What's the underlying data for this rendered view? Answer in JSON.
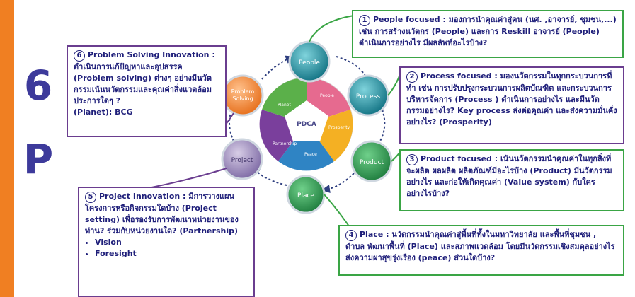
{
  "side": {
    "big_number": "6",
    "big_letter": "P"
  },
  "center": {
    "title": "PDCA",
    "inner_labels": [
      "Planet",
      "People",
      "Prosperity",
      "Peace",
      "Partnership"
    ]
  },
  "circles": {
    "people": "People",
    "process": "Process",
    "product": "Product",
    "place": "Place",
    "project": "Project",
    "problem": "Problem Solving"
  },
  "boxes": {
    "b1": {
      "num": "1",
      "text": "People focused : มองการนำคุณค่าสู่คน (นศ. ,อาจารย์, ชุมชน,...) เช่น การสร้างนวัตกร (People) และการ Reskill อาจารย์ (People) ดำเนินการอย่างไร มีผลลัพท์อะไรบ้าง?"
    },
    "b2": {
      "num": "2",
      "text": "Process focused : มองนวัตกรรมในทุกกระบวนการที่ทำ เช่น การปรับปรุงกระบวนการผลิตบัณฑิต และกระบวนการบริหารจัดการ (Process ) ดำเนินการอย่างไร และมีนวัตกรรมอย่างไร? Key process ส่งต่อคุณค่า และส่งความมั่นคั่งอย่างไร? (Prosperity)"
    },
    "b3": {
      "num": "3",
      "text": "Product focused : เน้นนวัตกรรมนำคุณค่าในทุกสิ่งที่จะผลิต ผลผลิต ผลิตภัณฑ์มีอะไรบ้าง (Product) มีนวัตกรรมอย่างไร และก่อให้เกิดคุณค่า (Value system) กับใครอย่างไรบ้าง?"
    },
    "b4": {
      "num": "4",
      "text": "Place : นวัตกรรมนำคุณค่าสู่พื้นที่ทั้งในมหาวิทยาลัย และพื้นที่ชุมชน , ตำบล พัฒนาพื้นที่ (Place) และสภาพแวดล้อม โดยมีนวัตกรรมเชิงสมดุลอย่างไร ส่งความผาสุขรุ่งเรือง (peace) ส่วนใดบ้าง?"
    },
    "b5": {
      "num": "5",
      "text": "Project Innovation : มีการวางแผนโครงการหรือกิจกรรมใดบ้าง (Project setting) เพื่อรองรับการพัฒนาหน่วยงานของท่าน? ร่วมกับหน่วยงานใด? (Partnership)",
      "bullets": [
        "Vision",
        "Foresight"
      ]
    },
    "b6": {
      "num": "6",
      "text": "Problem Solving Innovation : ดำเนินการแก้ปัญหาและอุปสรรค (Problem solving) ต่างๆ อย่างมีนวัตกรรมเน้นนวัตกรรมและคุณค่าสิ่งแวดล้อมประการใดๆ ?",
      "extra": "(Planet): BCG"
    }
  },
  "colors": {
    "orange": "#f07f22",
    "navy": "#3d3a9b",
    "green": "#3aa545",
    "purple": "#6a3d8f",
    "teal": "#1f8fa0"
  }
}
